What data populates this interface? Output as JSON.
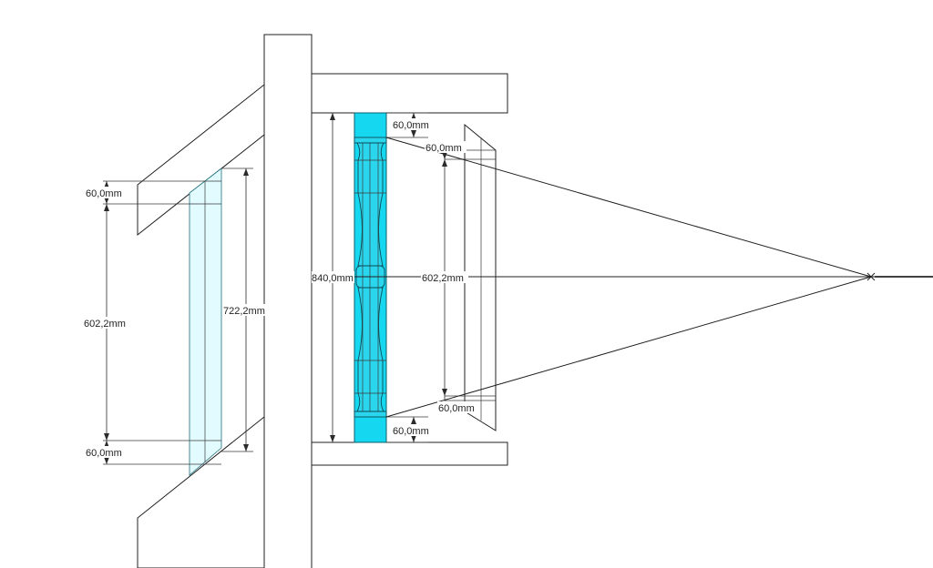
{
  "dimensions": {
    "left_top_offset": "60,0mm",
    "left_span": "602,2mm",
    "left_bottom_offset": "60,0mm",
    "left_total": "722,2mm",
    "mid_total": "840,0mm",
    "mid_top_offset": "60,0mm",
    "mid_bottom_offset": "60,0mm",
    "right_top_offset": "60,0mm",
    "right_span": "602,2mm",
    "right_bottom_offset": "60,0mm"
  },
  "colors": {
    "glass_light": "#e2fbff",
    "glass_cyan": "#16d7f0",
    "baluster": "#2ad6ee",
    "line": "#202020"
  }
}
